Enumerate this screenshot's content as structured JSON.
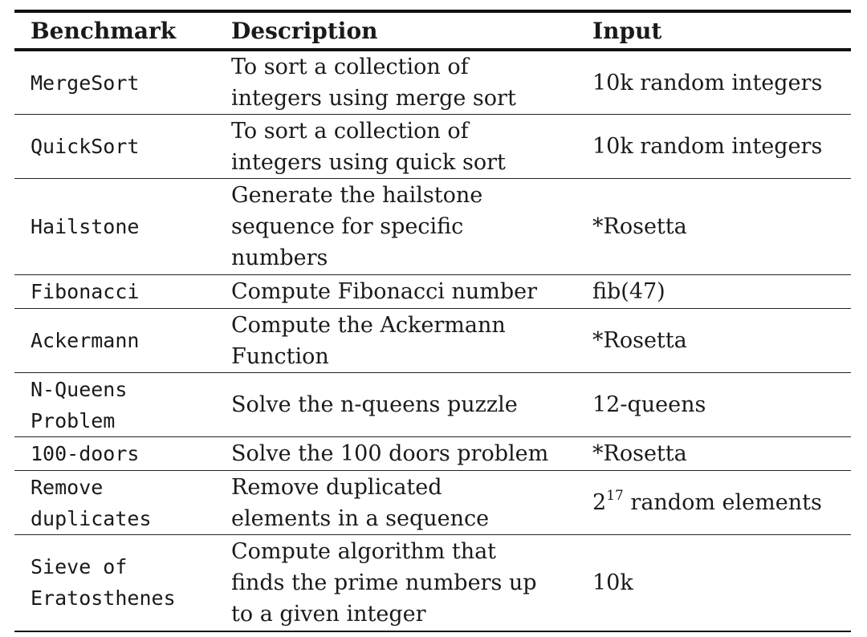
{
  "table": {
    "headers": [
      "Benchmark",
      "Description",
      "Input"
    ],
    "rows": [
      {
        "benchmark": "MergeSort",
        "description": "To sort a collection of\nintegers using merge sort",
        "input": "10k random integers"
      },
      {
        "benchmark": "QuickSort",
        "description": "To sort a collection of\nintegers using quick sort",
        "input": "10k random integers"
      },
      {
        "benchmark": "Hailstone",
        "description": "Generate the hailstone\nsequence for specific\nnumbers",
        "input": "*Rosetta"
      },
      {
        "benchmark": "Fibonacci",
        "description": "Compute Fibonacci number",
        "input": "fib(47)"
      },
      {
        "benchmark": "Ackermann",
        "description": "Compute the Ackermann\nFunction",
        "input": "*Rosetta"
      },
      {
        "benchmark": "N-Queens\nProblem",
        "description": "Solve the n-queens puzzle",
        "input": "12-queens"
      },
      {
        "benchmark": "100-doors",
        "description": "Solve the 100 doors problem",
        "input": "*Rosetta"
      },
      {
        "benchmark": "Remove\nduplicates",
        "description": "Remove duplicated\nelements in a sequence",
        "input_base": "2",
        "input_exp": "17",
        "input_rest": " random elements"
      },
      {
        "benchmark": "Sieve of\nEratosthenes",
        "description": "Compute algorithm that\nfinds the prime numbers up\nto a given integer",
        "input": "10k"
      }
    ]
  }
}
